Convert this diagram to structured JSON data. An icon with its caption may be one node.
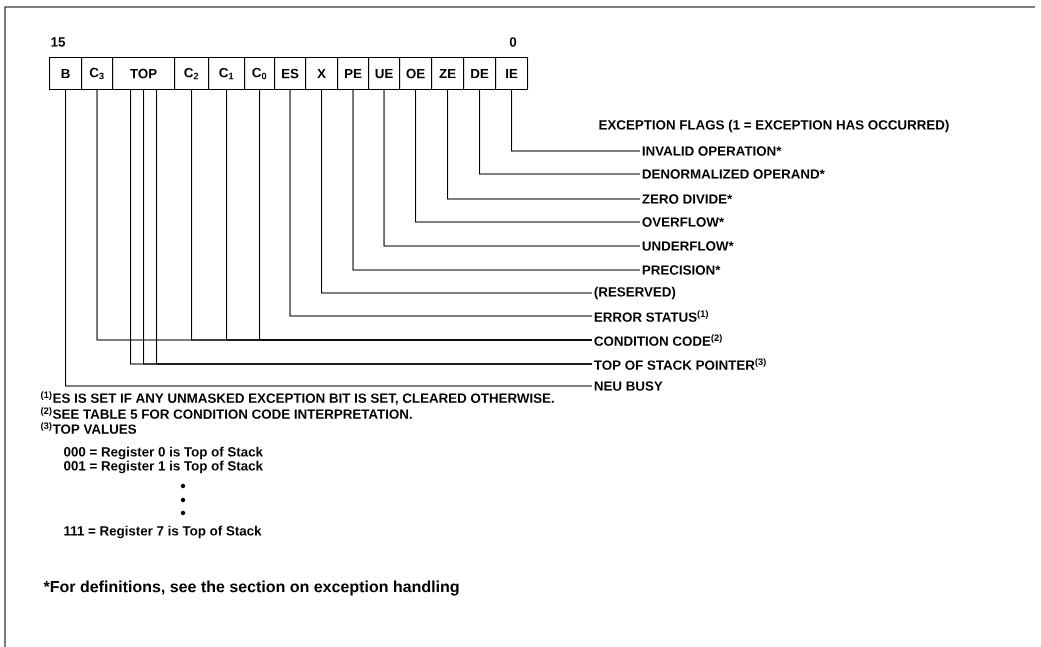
{
  "diagram": {
    "nodes": [
      {
        "text": [
          "B"
        ]
      },
      {
        "text": [
          "C$_{3}$"
        ]
      },
      {
        "text": [
          "TOP"
        ]
      },
      {
        "text": [
          "C$_{2}$"
        ]
      },
      {
        "text": [
          "C$_{1}$"
        ]
      },
      {
        "text": [
          "C$_{0}$"
        ]
      },
      {
        "text": [
          "ES"
        ]
      },
      {
        "text": [
          "X"
        ]
      },
      {
        "text": [
          "PE"
        ]
      },
      {
        "text": [
          "UE"
        ]
      },
      {
        "text": [
          "OE"
        ]
      },
      {
        "text": [
          "ZE"
        ]
      },
      {
        "text": [
          "DE"
        ]
      },
      {
        "text": [
          "IE"
        ]
      },
      {
        "text": [
          "INVALID OPERATION*"
        ]
      },
      {
        "text": [
          "DENORMALIZED OPERAND*"
        ]
      },
      {
        "text": [
          "ZERO DIVIDE*"
        ]
      },
      {
        "text": [
          "OVERFLOW*"
        ]
      },
      {
        "text": [
          "UNDERFLOW*"
        ]
      },
      {
        "text": [
          "PRECISION*"
        ]
      },
      {
        "text": [
          "(RESERVED)"
        ]
      },
      {
        "text": [
          "ERROR STATUS$^{(1)}$"
        ]
      },
      {
        "text": [
          "CONDITION CODE$^{(2)}$"
        ]
      },
      {
        "text": [
          "TOP OF STACK POINTER$^{(3)}$"
        ]
      },
      {
        "text": [
          "NEU BUSY"
        ]
      }
    ],
    "edges": [
      {
        "from": 13,
        "to": 14,
        "arrow": "none"
      },
      {
        "from": 12,
        "to": 15,
        "arrow": "none"
      },
      {
        "from": 11,
        "to": 16,
        "arrow": "none"
      },
      {
        "from": 10,
        "to": 17,
        "arrow": "none"
      },
      {
        "from": 9,
        "to": 18,
        "arrow": "none"
      },
      {
        "from": 8,
        "to": 19,
        "arrow": "none"
      },
      {
        "from": 7,
        "to": 20,
        "arrow": "none"
      },
      {
        "from": 6,
        "to": 21,
        "arrow": "none"
      },
      {
        "from": 1,
        "to": 22,
        "arrow": "none"
      },
      {
        "from": 3,
        "to": 22,
        "arrow": "none"
      },
      {
        "from": 4,
        "to": 22,
        "arrow": "none"
      },
      {
        "from": 5,
        "to": 22,
        "arrow": "none"
      },
      {
        "from": 2,
        "to": 23,
        "arrow": "none"
      },
      {
        "from": 2,
        "to": 23,
        "arrow": "none"
      },
      {
        "from": 2,
        "to": 23,
        "arrow": "none"
      },
      {
        "from": 0,
        "to": 24,
        "arrow": "none"
      }
    ],
    "labels": [
      "15",
      "0",
      "EXCEPTION FLAGS (1 = EXCEPTION HAS OCCURRED)",
      "$^{(1)}$ES IS SET IF ANY UNMASKED EXCEPTION BIT IS SET, CLEARED OTHERWISE.",
      "$^{(2)}$SEE TABLE 5 FOR CONDITION CODE INTERPRETATION.",
      "$^{(3)}$TOP VALUES",
      "000 = Register 0 is Top of Stack",
      "001 = Register 1 is Top of Stack",
      "111 = Register 7 is Top of Stack",
      "*For definitions, see the section on exception handling"
    ]
  }
}
